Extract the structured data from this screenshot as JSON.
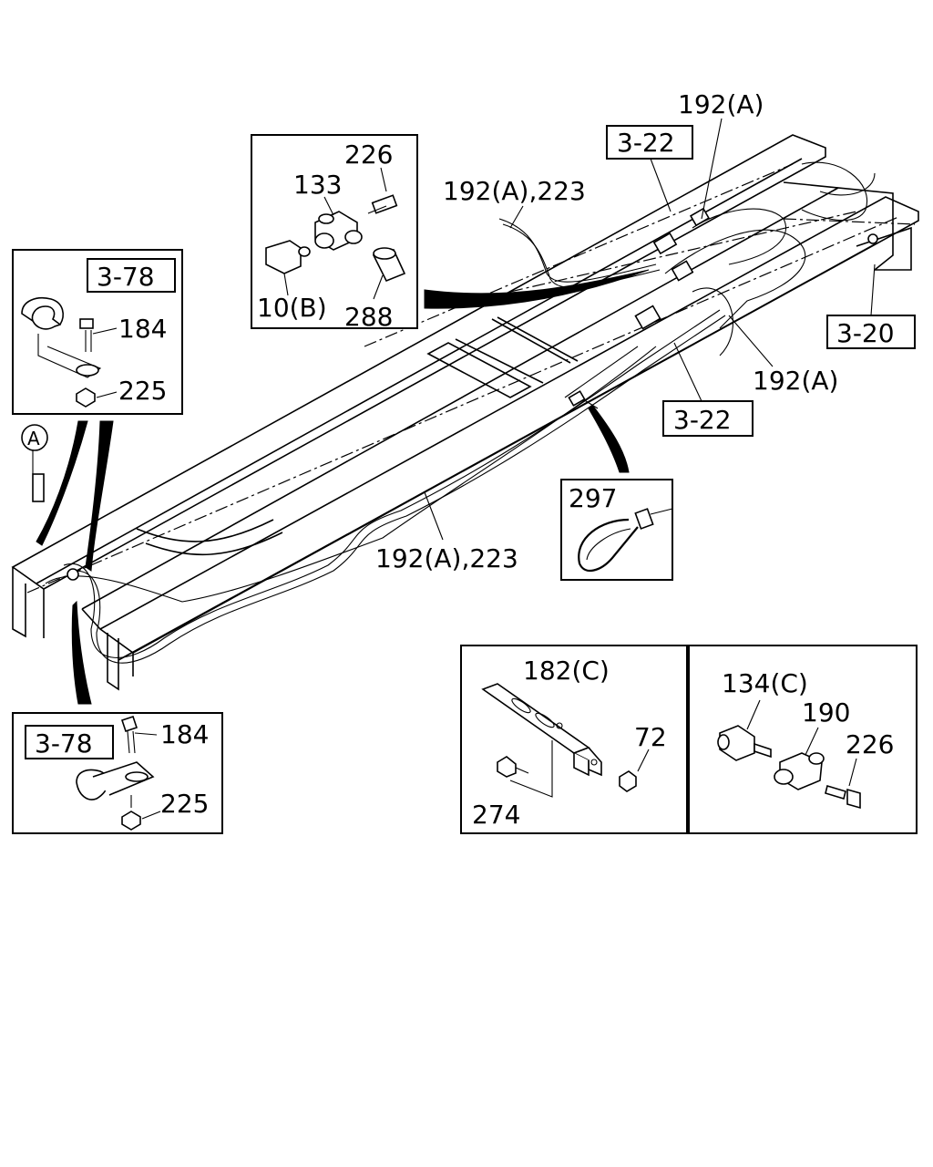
{
  "labels": {
    "l_192a_top": "192(A)",
    "l_322_top": "3-22",
    "l_192a_223_top": "192(A),223",
    "l_226_a": "226",
    "l_133": "133",
    "l_10b": "10(B)",
    "l_288": "288",
    "l_378_a": "3-78",
    "l_184_a": "184",
    "l_225_a": "225",
    "l_a": "A",
    "l_320": "3-20",
    "l_192a_right": "192(A)",
    "l_322_mid": "3-22",
    "l_297": "297",
    "l_192a_223_mid": "192(A),223",
    "l_182c": "182(C)",
    "l_72": "72",
    "l_274": "274",
    "l_134c": "134(C)",
    "l_190": "190",
    "l_226_b": "226",
    "l_378_b": "3-78",
    "l_184_b": "184",
    "l_225_b": "225"
  }
}
